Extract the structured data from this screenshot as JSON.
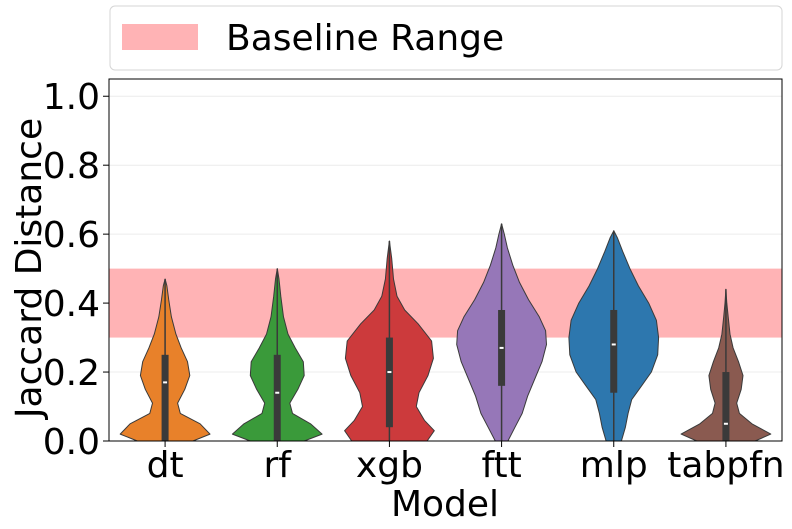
{
  "chart_data": {
    "type": "violin",
    "xlabel": "Model",
    "ylabel": "Jaccard Distance",
    "ylim": [
      0,
      1.05
    ],
    "yticks": [
      0.0,
      0.2,
      0.4,
      0.6,
      0.8,
      1.0
    ],
    "ytick_labels": [
      "0.0",
      "0.2",
      "0.4",
      "0.6",
      "0.8",
      "1.0"
    ],
    "grid": true,
    "legend": {
      "placement": "top",
      "entries": [
        {
          "label": "Baseline Range",
          "color": "#ffb3b5"
        }
      ]
    },
    "baseline_range": [
      0.3,
      0.5
    ],
    "categories": [
      "dt",
      "rf",
      "xgb",
      "ftt",
      "mlp",
      "tabpfn"
    ],
    "colors": [
      "#e8812a",
      "#3a9a3a",
      "#cc3a3c",
      "#9677b8",
      "#2d77ae",
      "#8a5a50"
    ],
    "violins": [
      {
        "name": "dt",
        "min": 0.0,
        "max": 0.47,
        "q1": 0.0,
        "median": 0.17,
        "q3": 0.25,
        "profile": [
          [
            0.0,
            0.62
          ],
          [
            0.02,
            1.0
          ],
          [
            0.05,
            0.78
          ],
          [
            0.08,
            0.34
          ],
          [
            0.11,
            0.28
          ],
          [
            0.15,
            0.44
          ],
          [
            0.19,
            0.55
          ],
          [
            0.23,
            0.5
          ],
          [
            0.27,
            0.36
          ],
          [
            0.31,
            0.24
          ],
          [
            0.36,
            0.14
          ],
          [
            0.41,
            0.08
          ],
          [
            0.45,
            0.04
          ],
          [
            0.47,
            0.0
          ]
        ]
      },
      {
        "name": "rf",
        "min": 0.0,
        "max": 0.5,
        "q1": 0.0,
        "median": 0.14,
        "q3": 0.25,
        "profile": [
          [
            0.0,
            0.6
          ],
          [
            0.02,
            1.0
          ],
          [
            0.05,
            0.74
          ],
          [
            0.08,
            0.34
          ],
          [
            0.11,
            0.28
          ],
          [
            0.15,
            0.46
          ],
          [
            0.19,
            0.6
          ],
          [
            0.23,
            0.58
          ],
          [
            0.27,
            0.4
          ],
          [
            0.31,
            0.24
          ],
          [
            0.36,
            0.14
          ],
          [
            0.42,
            0.08
          ],
          [
            0.47,
            0.04
          ],
          [
            0.5,
            0.0
          ]
        ]
      },
      {
        "name": "xgb",
        "min": 0.0,
        "max": 0.58,
        "q1": 0.04,
        "median": 0.2,
        "q3": 0.3,
        "profile": [
          [
            0.0,
            0.84
          ],
          [
            0.03,
            1.0
          ],
          [
            0.06,
            0.78
          ],
          [
            0.1,
            0.6
          ],
          [
            0.14,
            0.66
          ],
          [
            0.19,
            0.86
          ],
          [
            0.24,
            0.98
          ],
          [
            0.29,
            0.94
          ],
          [
            0.34,
            0.64
          ],
          [
            0.38,
            0.34
          ],
          [
            0.42,
            0.17
          ],
          [
            0.47,
            0.09
          ],
          [
            0.53,
            0.05
          ],
          [
            0.58,
            0.0
          ]
        ]
      },
      {
        "name": "ftt",
        "min": 0.0,
        "max": 0.63,
        "q1": 0.16,
        "median": 0.27,
        "q3": 0.38,
        "profile": [
          [
            0.0,
            0.14
          ],
          [
            0.04,
            0.3
          ],
          [
            0.08,
            0.46
          ],
          [
            0.13,
            0.58
          ],
          [
            0.18,
            0.74
          ],
          [
            0.23,
            0.9
          ],
          [
            0.28,
            1.0
          ],
          [
            0.32,
            0.98
          ],
          [
            0.36,
            0.84
          ],
          [
            0.41,
            0.6
          ],
          [
            0.46,
            0.4
          ],
          [
            0.51,
            0.25
          ],
          [
            0.56,
            0.13
          ],
          [
            0.6,
            0.06
          ],
          [
            0.63,
            0.0
          ]
        ]
      },
      {
        "name": "mlp",
        "min": 0.0,
        "max": 0.61,
        "q1": 0.14,
        "median": 0.28,
        "q3": 0.38,
        "profile": [
          [
            0.0,
            0.17
          ],
          [
            0.04,
            0.26
          ],
          [
            0.08,
            0.32
          ],
          [
            0.12,
            0.4
          ],
          [
            0.16,
            0.62
          ],
          [
            0.2,
            0.84
          ],
          [
            0.25,
            0.98
          ],
          [
            0.3,
            1.0
          ],
          [
            0.35,
            0.95
          ],
          [
            0.4,
            0.78
          ],
          [
            0.45,
            0.55
          ],
          [
            0.5,
            0.36
          ],
          [
            0.55,
            0.2
          ],
          [
            0.59,
            0.08
          ],
          [
            0.61,
            0.0
          ]
        ]
      },
      {
        "name": "tabpfn",
        "min": 0.0,
        "max": 0.44,
        "q1": 0.0,
        "median": 0.05,
        "q3": 0.2,
        "profile": [
          [
            0.0,
            0.65
          ],
          [
            0.02,
            1.0
          ],
          [
            0.05,
            0.58
          ],
          [
            0.08,
            0.3
          ],
          [
            0.11,
            0.24
          ],
          [
            0.15,
            0.34
          ],
          [
            0.19,
            0.38
          ],
          [
            0.23,
            0.28
          ],
          [
            0.27,
            0.16
          ],
          [
            0.31,
            0.09
          ],
          [
            0.36,
            0.05
          ],
          [
            0.4,
            0.02
          ],
          [
            0.44,
            0.0
          ]
        ]
      }
    ]
  }
}
